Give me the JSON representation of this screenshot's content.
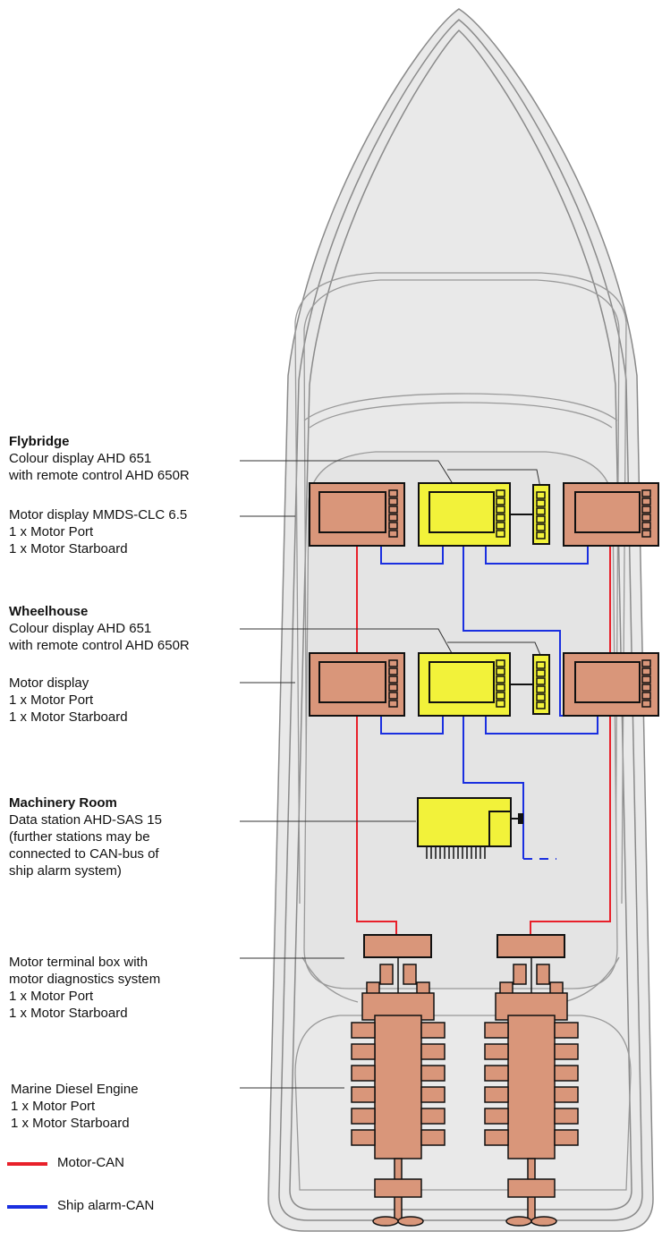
{
  "flybridge": {
    "heading": "Flybridge",
    "colour_display_line1": "Colour display AHD 651",
    "colour_display_line2": "with remote control AHD 650R",
    "motor_display_line1": "Motor display MMDS-CLC 6.5",
    "motor_display_line2": "1 x Motor Port",
    "motor_display_line3": "1 x Motor Starboard"
  },
  "wheelhouse": {
    "heading": "Wheelhouse",
    "colour_display_line1": "Colour display AHD 651",
    "colour_display_line2": "with remote control AHD 650R",
    "motor_display_line1": "Motor display",
    "motor_display_line2": "1 x Motor Port",
    "motor_display_line3": "1 x Motor Starboard"
  },
  "machinery_room": {
    "heading": "Machinery Room",
    "line1": "Data station AHD-SAS 15",
    "line2": "(further stations may be",
    "line3": "connected to CAN-bus of",
    "line4": "ship alarm system)"
  },
  "terminal_box": {
    "line1": "Motor terminal box with",
    "line2": "motor diagnostics system",
    "line3": "1 x Motor Port",
    "line4": "1 x Motor Starboard"
  },
  "engine": {
    "line1": "Marine Diesel Engine",
    "line2": "1 x Motor Port",
    "line3": "1 x Motor Starboard"
  },
  "legend": {
    "motor_can": "Motor-CAN",
    "ship_alarm_can": "Ship alarm-CAN"
  },
  "colors": {
    "motor_can": "#e8202a",
    "ship_alarm_can": "#1a2fe0",
    "motor_unit": "#d9967a",
    "display_unit": "#f2f23a"
  }
}
